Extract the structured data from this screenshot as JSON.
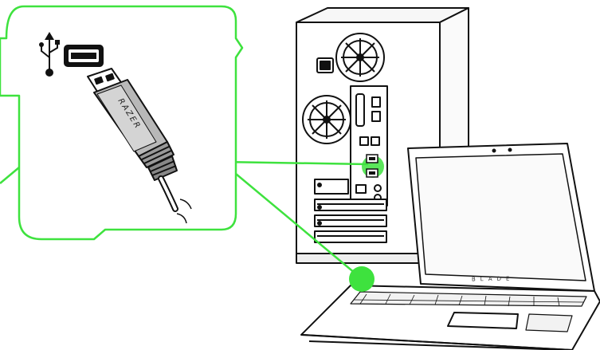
{
  "accent_color": "#3ee23e",
  "line_color": "#111111",
  "callout": {
    "usb_symbol_icon": "usb-trident-icon",
    "port_icon": "usb-type-a-port-icon",
    "cable_brand_text": "RAZER"
  },
  "laptop": {
    "brand_text": "BLADE"
  },
  "connection_points": [
    {
      "name": "desktop-usb-port",
      "color": "#3ee23e"
    },
    {
      "name": "laptop-usb-port",
      "color": "#3ee23e"
    }
  ]
}
